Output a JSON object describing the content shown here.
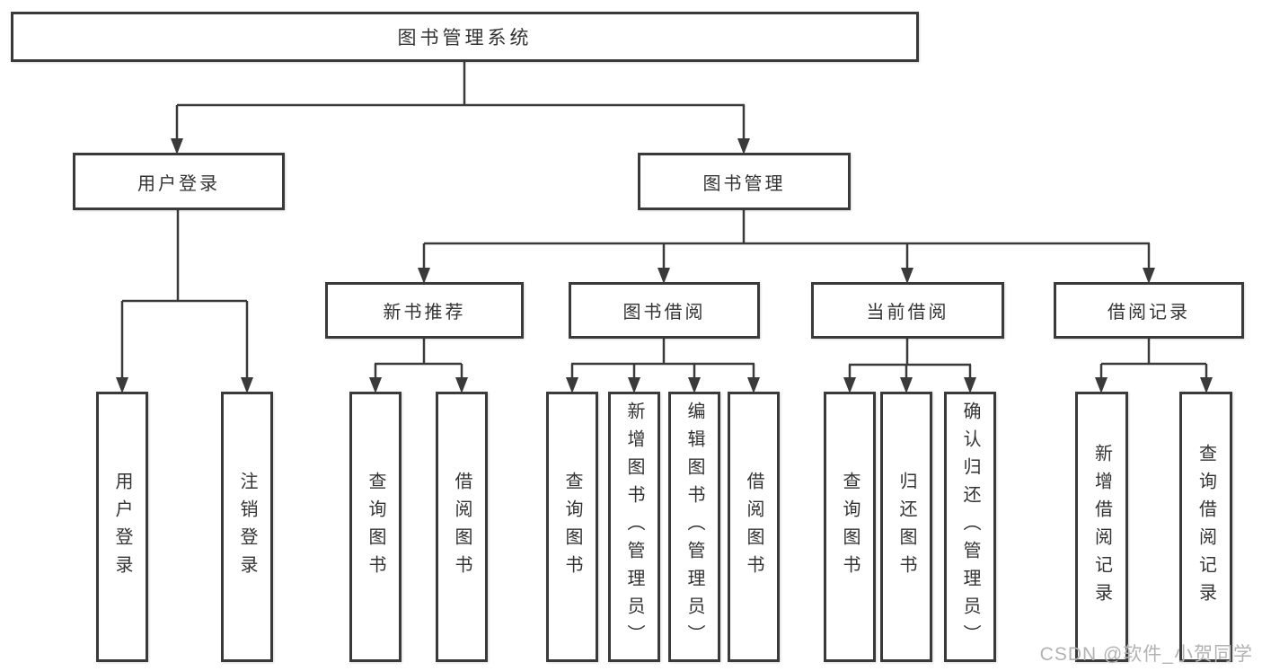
{
  "tree": {
    "label": "图书管理系统",
    "children": [
      {
        "label": "用户登录",
        "children": [
          {
            "label": "用户登录"
          },
          {
            "label": "注销登录"
          }
        ]
      },
      {
        "label": "图书管理",
        "children": [
          {
            "label": "新书推荐",
            "children": [
              {
                "label": "查询图书"
              },
              {
                "label": "借阅图书"
              }
            ]
          },
          {
            "label": "图书借阅",
            "children": [
              {
                "label": "查询图书"
              },
              {
                "label": "新增图书（管理员）"
              },
              {
                "label": "编辑图书（管理员）"
              },
              {
                "label": "借阅图书"
              }
            ]
          },
          {
            "label": "当前借阅",
            "children": [
              {
                "label": "查询图书"
              },
              {
                "label": "归还图书"
              },
              {
                "label": "确认归还（管理员）"
              }
            ]
          },
          {
            "label": "借阅记录",
            "children": [
              {
                "label": "新增借阅记录"
              },
              {
                "label": "查询借阅记录"
              }
            ]
          }
        ]
      }
    ]
  },
  "watermark": {
    "text": "CSDN @软件_小贺同学"
  },
  "colors": {
    "line": "#3a3a3a",
    "text": "#333333",
    "watermark": "#b2b2b2",
    "background": "#ffffff"
  }
}
